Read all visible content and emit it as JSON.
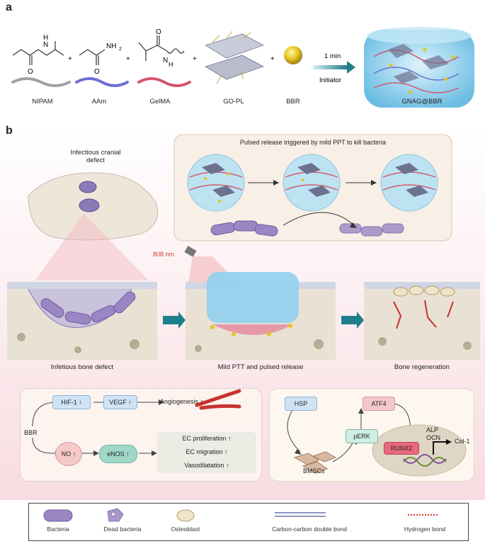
{
  "panel_a": {
    "letter": "a",
    "reagents": [
      "NIPAM",
      "AAm",
      "GelMA",
      "GO-PL",
      "BBR"
    ],
    "plus": "+",
    "nh_label": "H",
    "n_label": "N",
    "nh2_label": "NH",
    "nh2_sub": "2",
    "o_label": "O",
    "time_label": "1 min",
    "initiator_label": "Initiator",
    "product_label": "GNAG@BBR"
  },
  "panel_b": {
    "letter": "b",
    "cranial_label_line1": "Infectious cranial",
    "cranial_label_line2": "defect",
    "release_title": "Pulsed release triggered by mild PPT to kill bacteria",
    "laser_label": "808 nm",
    "stages": [
      "Infetious bone defect",
      "Mild PTT and pulsed release",
      "Bone regeneration"
    ]
  },
  "angiogenesis": {
    "bbr": "BBR",
    "hif": "HIF-1",
    "vegf": "VEGF",
    "angio": "Angiogenesis",
    "no": "NO",
    "enos": "eNOS",
    "effects": [
      "EC proliferation",
      "EC migration",
      "Vasodilatation"
    ],
    "up": "↑"
  },
  "osteo": {
    "hsp": "HSP",
    "atf4": "ATF4",
    "perk": "pERK",
    "bmscs": "BMSCs",
    "runx2": "RUNX2",
    "alp": "ALP",
    "ocn": "OCN",
    "col1": "Col-1"
  },
  "legend": {
    "bacteria": "Bacteria",
    "dead": "Dead bacteria",
    "osteoblast": "Osteoblast",
    "double_bond": "Carbon-carbon double bond",
    "hbond": "Hydrogen bond"
  },
  "colors": {
    "accent_teal": "#1f7f8a",
    "bacteria": "#9b86c4",
    "laser": "#d63a2f",
    "hydrogel": "#8fd0ee",
    "pink_bg": "#fbe9ec"
  }
}
